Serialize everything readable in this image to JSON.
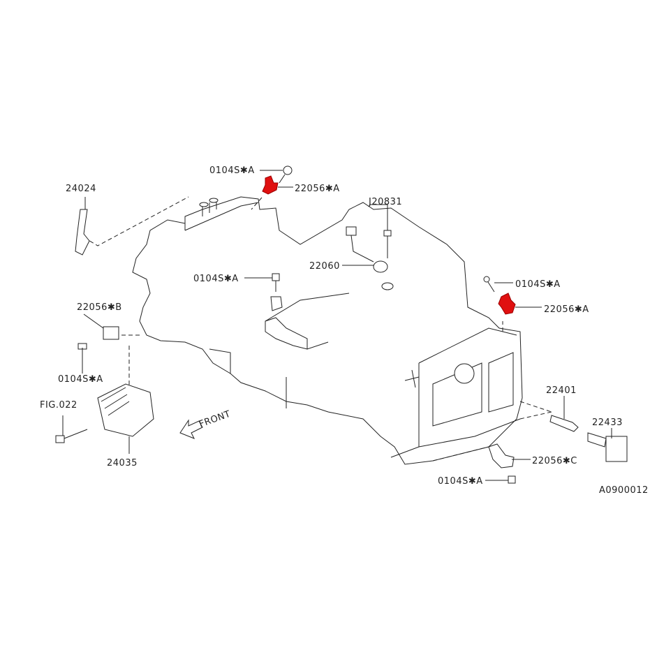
{
  "diagram": {
    "labels": {
      "bolt_top": "0104S✱A",
      "sensor_top": "22056✱A",
      "bracket": "24024",
      "j_part": "J20831",
      "knock_sensor": "22060",
      "bolt_mid": "0104S✱A",
      "bolt_right": "0104S✱A",
      "sensor_right": "22056✱A",
      "sensor_left": "22056✱B",
      "bolt_left": "0104S✱A",
      "fig_ref": "FIG.022",
      "spark_plug": "22401",
      "ignition_coil": "22433",
      "front": "FRONT",
      "cover": "24035",
      "sensor_bottom": "22056✱C",
      "bolt_bottom": "0104S✱A",
      "drawing_id": "A0900012"
    },
    "highlight_color": "#e01010"
  }
}
